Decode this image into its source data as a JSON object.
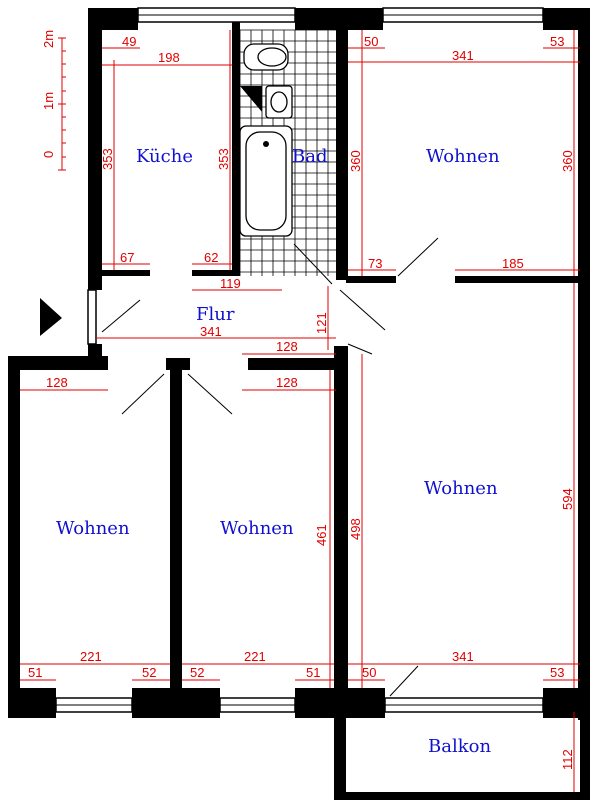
{
  "rooms": {
    "kueche": "Küche",
    "bad": "Bad",
    "flur": "Flur",
    "wohnen": "Wohnen",
    "balkon": "Balkon"
  },
  "scale": {
    "m2": "2m",
    "m1": "1m",
    "m0": "0"
  },
  "dims": {
    "k_49": "49",
    "k_198": "198",
    "k_353_left": "353",
    "k_353_right": "353",
    "k_67": "67",
    "k_62": "62",
    "b_119": "119",
    "f_121": "121",
    "f_341": "341",
    "f_128_a": "128",
    "f_128_b": "128",
    "nr_50_top": "50",
    "nr_341_top": "341",
    "nr_53_top": "53",
    "nr_360_left": "360",
    "nr_360_right": "360",
    "nr_73": "73",
    "nr_185": "185",
    "lw_128": "128",
    "lw_221": "221",
    "lw_51": "51",
    "lw_52": "52",
    "mw_221": "221",
    "mw_52": "52",
    "mw_51": "51",
    "mw_461": "461",
    "lr_498": "498",
    "lr_594": "594",
    "lr_50": "50",
    "lr_341": "341",
    "lr_53": "53",
    "balk_112": "112"
  },
  "colors": {
    "wall": "#000000",
    "dimension": "#e00000",
    "room_label": "#1010d0"
  }
}
